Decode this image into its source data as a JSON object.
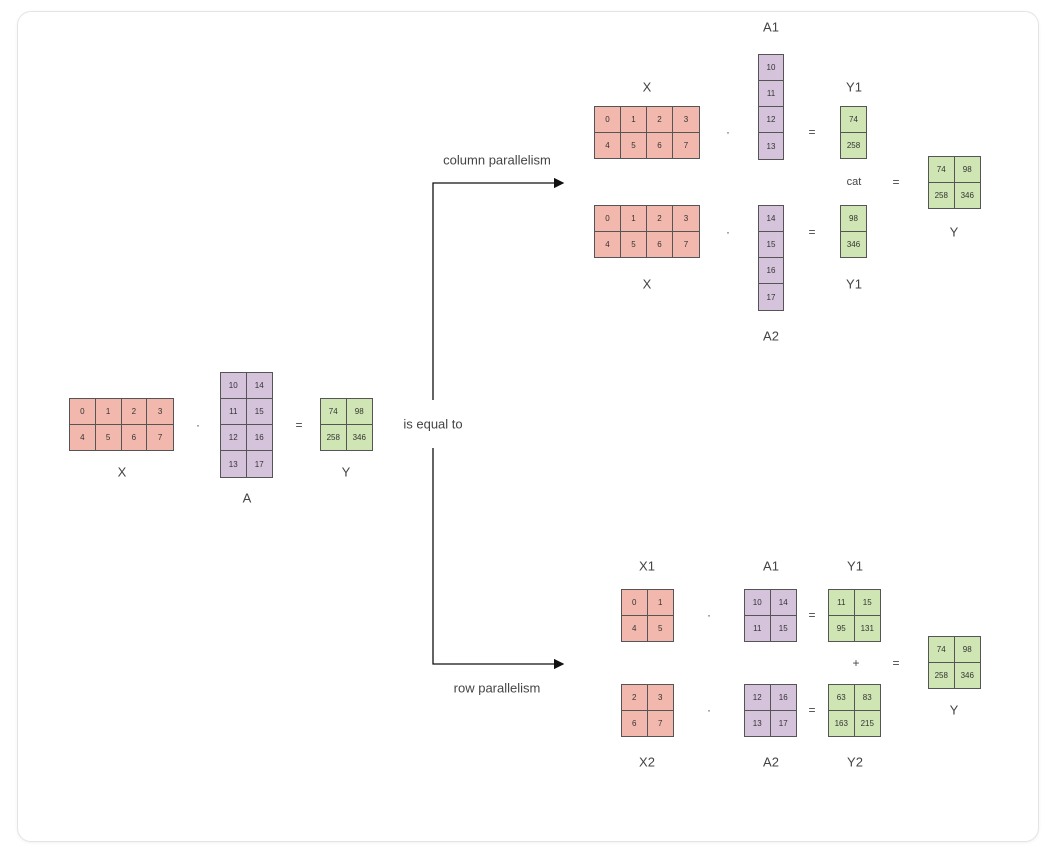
{
  "labels": {
    "is_equal_to": "is equal to",
    "column_parallelism": "column parallelism",
    "row_parallelism": "row parallelism",
    "cat": "cat",
    "dot": "·",
    "equals": "=",
    "plus": "+"
  },
  "main": {
    "X": {
      "name": "X",
      "rows": [
        [
          "0",
          "1",
          "2",
          "3"
        ],
        [
          "4",
          "5",
          "6",
          "7"
        ]
      ]
    },
    "A": {
      "name": "A",
      "rows": [
        [
          "10",
          "14"
        ],
        [
          "11",
          "15"
        ],
        [
          "12",
          "16"
        ],
        [
          "13",
          "17"
        ]
      ]
    },
    "Y": {
      "name": "Y",
      "rows": [
        [
          "74",
          "98"
        ],
        [
          "258",
          "346"
        ]
      ]
    }
  },
  "column": {
    "X_top": {
      "name": "X",
      "rows": [
        [
          "0",
          "1",
          "2",
          "3"
        ],
        [
          "4",
          "5",
          "6",
          "7"
        ]
      ]
    },
    "A1": {
      "name": "A1",
      "rows": [
        [
          "10"
        ],
        [
          "11"
        ],
        [
          "12"
        ],
        [
          "13"
        ]
      ]
    },
    "Y1_top": {
      "name": "Y1",
      "rows": [
        [
          "74"
        ],
        [
          "258"
        ]
      ]
    },
    "X_bottom": {
      "name": "X",
      "rows": [
        [
          "0",
          "1",
          "2",
          "3"
        ],
        [
          "4",
          "5",
          "6",
          "7"
        ]
      ]
    },
    "A2": {
      "name": "A2",
      "rows": [
        [
          "14"
        ],
        [
          "15"
        ],
        [
          "16"
        ],
        [
          "17"
        ]
      ]
    },
    "Y1_bottom": {
      "name": "Y1",
      "rows": [
        [
          "98"
        ],
        [
          "346"
        ]
      ]
    },
    "Y": {
      "name": "Y",
      "rows": [
        [
          "74",
          "98"
        ],
        [
          "258",
          "346"
        ]
      ]
    }
  },
  "row": {
    "X1": {
      "name": "X1",
      "rows": [
        [
          "0",
          "1"
        ],
        [
          "4",
          "5"
        ]
      ]
    },
    "A1": {
      "name": "A1",
      "rows": [
        [
          "10",
          "14"
        ],
        [
          "11",
          "15"
        ]
      ]
    },
    "Y1": {
      "name": "Y1",
      "rows": [
        [
          "11",
          "15"
        ],
        [
          "95",
          "131"
        ]
      ]
    },
    "X2": {
      "name": "X2",
      "rows": [
        [
          "2",
          "3"
        ],
        [
          "6",
          "7"
        ]
      ]
    },
    "A2": {
      "name": "A2",
      "rows": [
        [
          "12",
          "16"
        ],
        [
          "13",
          "17"
        ]
      ]
    },
    "Y2": {
      "name": "Y2",
      "rows": [
        [
          "63",
          "83"
        ],
        [
          "163",
          "215"
        ]
      ]
    },
    "Y": {
      "name": "Y",
      "rows": [
        [
          "74",
          "98"
        ],
        [
          "258",
          "346"
        ]
      ]
    }
  }
}
